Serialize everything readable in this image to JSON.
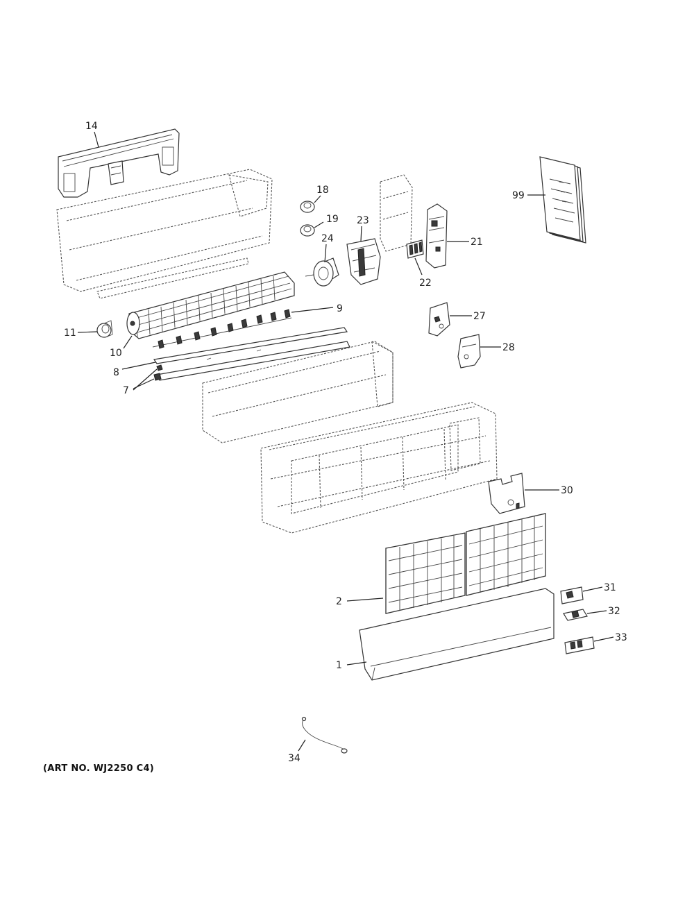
{
  "art_number": "(ART NO. WJ2250 C4)",
  "callouts": {
    "c1": "1",
    "c2": "2",
    "c7": "7",
    "c8": "8",
    "c9": "9",
    "c10": "10",
    "c11": "11",
    "c14": "14",
    "c18": "18",
    "c19": "19",
    "c21": "21",
    "c22": "22",
    "c23": "23",
    "c24": "24",
    "c27": "27",
    "c28": "28",
    "c30": "30",
    "c31": "31",
    "c32": "32",
    "c33": "33",
    "c34": "34",
    "c99": "99"
  }
}
